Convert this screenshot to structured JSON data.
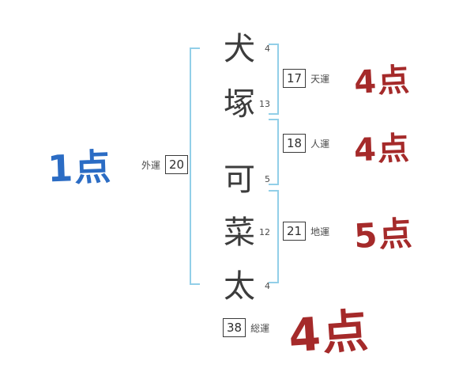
{
  "chart": {
    "characters": [
      {
        "glyph": "犬",
        "strokes": "4"
      },
      {
        "glyph": "塚",
        "strokes": "13"
      },
      {
        "glyph": "可",
        "strokes": "5"
      },
      {
        "glyph": "菜",
        "strokes": "12"
      },
      {
        "glyph": "太",
        "strokes": "4"
      }
    ],
    "fortunes": {
      "gaiun": {
        "label": "外運",
        "value": "20"
      },
      "tenun": {
        "label": "天運",
        "value": "17"
      },
      "jinun": {
        "label": "人運",
        "value": "18"
      },
      "chiun": {
        "label": "地運",
        "value": "21"
      },
      "souun": {
        "label": "総運",
        "value": "38"
      }
    },
    "scores": {
      "gaiun": "1点",
      "tenun": "4点",
      "jinun": "4点",
      "chiun": "5点",
      "souun": "4点"
    },
    "colors": {
      "bracket_blue": "#92cfe8",
      "score_red": "#a52a2a",
      "score_blue": "#2b6cc4"
    }
  }
}
